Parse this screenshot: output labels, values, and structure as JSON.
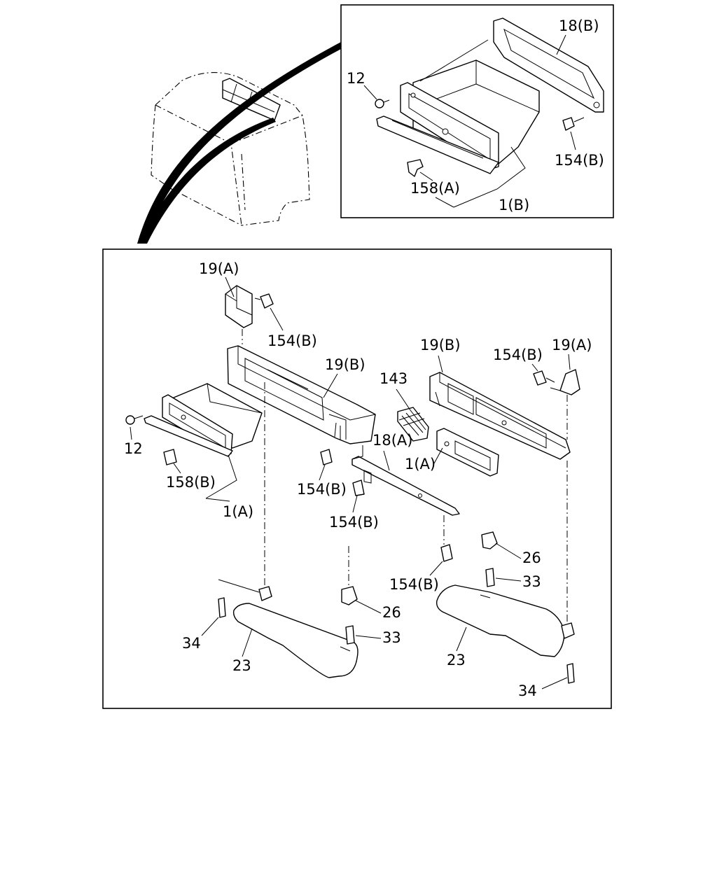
{
  "callouts": {
    "top_18b": "18(B)",
    "top_12": "12",
    "top_154b": "154(B)",
    "top_158a": "158(A)",
    "top_1b": "1(B)",
    "left_19a": "19(A)",
    "left_154b_a": "154(B)",
    "center_19b": "19(B)",
    "left_12": "12",
    "left_158b": "158(B)",
    "left_1a": "1(A)",
    "center_154b_a": "154(B)",
    "center_154b_b": "154(B)",
    "center_143": "143",
    "center_18a": "18(A)",
    "center_1a": "1(A)",
    "right_19b": "19(B)",
    "right_154b": "154(B)",
    "right_19a": "19(A)",
    "right_154b_lower": "154(B)",
    "right_26": "26",
    "right_33": "33",
    "center_26": "26",
    "center_33": "33",
    "left_34": "34",
    "left_23": "23",
    "right_23": "23",
    "right_34": "34"
  }
}
